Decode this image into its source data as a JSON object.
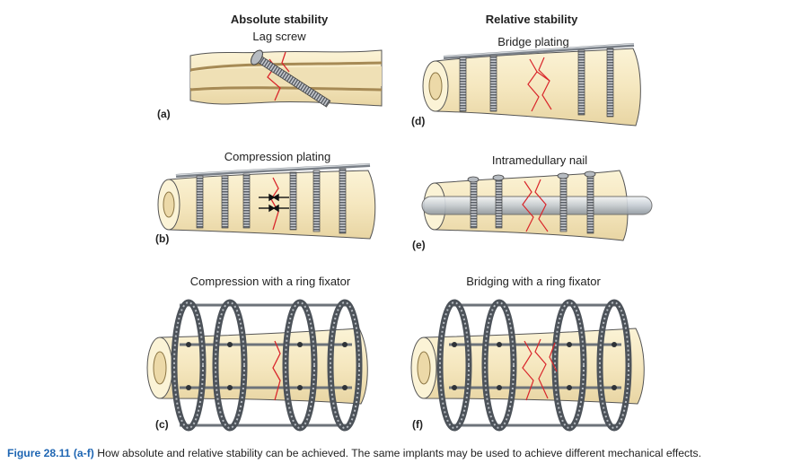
{
  "headings": {
    "absolute": "Absolute stability",
    "relative": "Relative stability"
  },
  "panels": {
    "a": {
      "letter": "(a)",
      "title": "Lag screw"
    },
    "b": {
      "letter": "(b)",
      "title": "Compression plating"
    },
    "c": {
      "letter": "(c)",
      "title": "Compression with a ring fixator"
    },
    "d": {
      "letter": "(d)",
      "title": "Bridge plating"
    },
    "e": {
      "letter": "(e)",
      "title": "Intramedullary nail"
    },
    "f": {
      "letter": "(f)",
      "title": "Bridging with a ring fixator"
    }
  },
  "caption": {
    "figure": "Figure 28.11",
    "range": "(a-f)",
    "text": "How absolute and relative stability can be achieved. The same implants may be used to achieve different mechanical effects."
  },
  "colors": {
    "bone": "#f7ecc8",
    "bone_shade": "#e6d3a2",
    "fracture": "#d9262b",
    "metal": "#8a8f96",
    "caption_label": "#1f66b3"
  }
}
